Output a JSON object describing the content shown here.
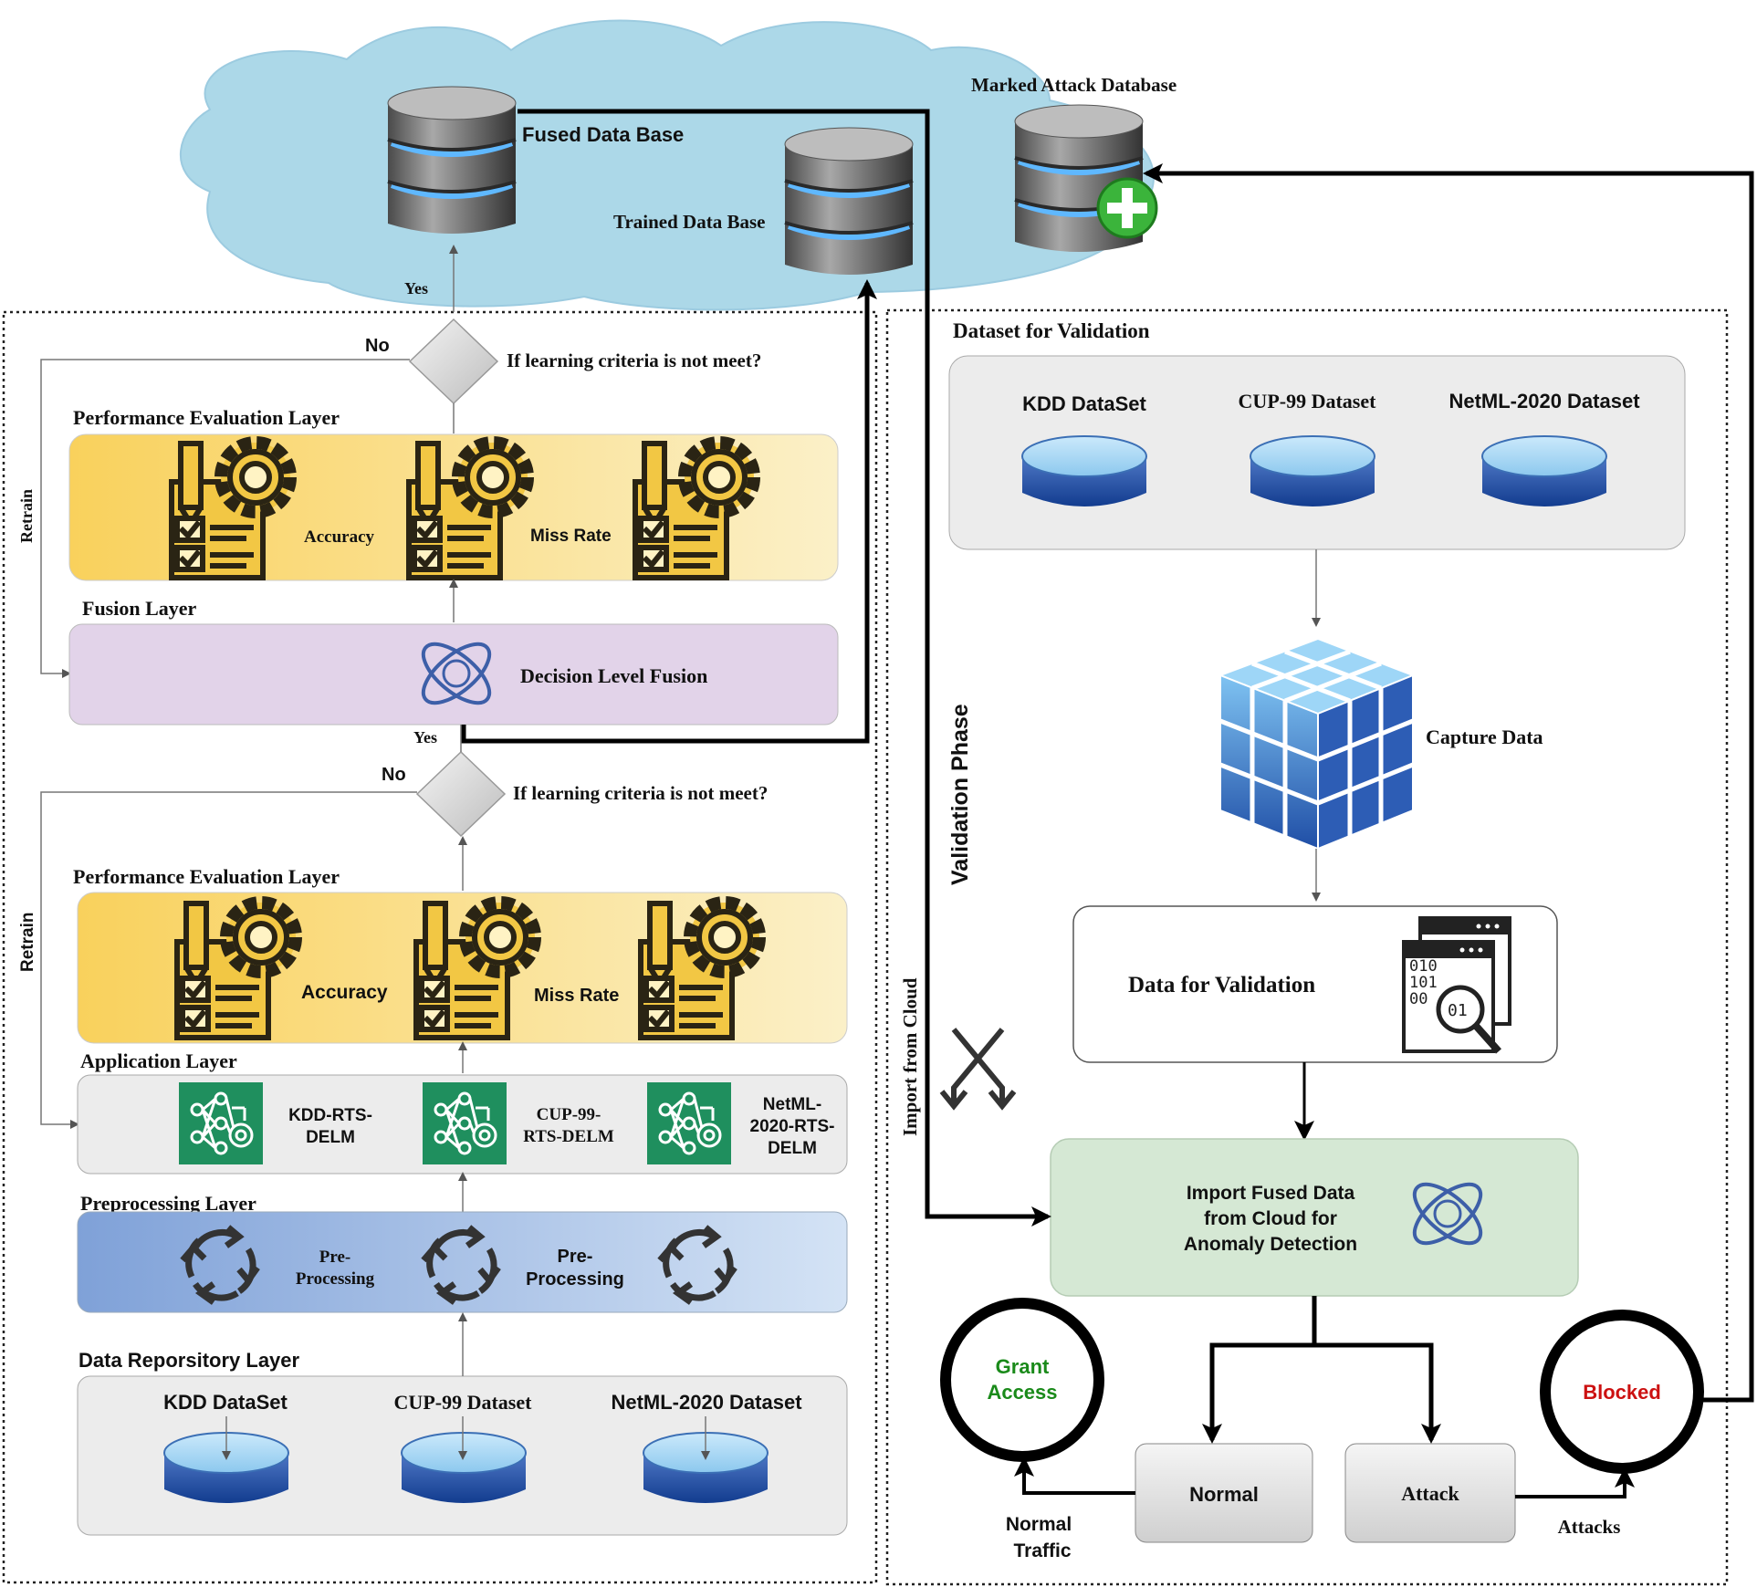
{
  "cloud": {
    "fused_db": "Fused Data Base",
    "trained_db": "Trained Data Base",
    "marked_db": "Marked Attack Database"
  },
  "left": {
    "yes_top": "Yes",
    "no_top": "No",
    "decision_top": "If learning criteria is not meet?",
    "retrain_top": "Retrain",
    "perf_top": {
      "title": "Performance Evaluation Layer",
      "items": [
        "Accuracy",
        "Miss Rate"
      ]
    },
    "fusion": {
      "title": "Fusion Layer",
      "label": "Decision Level Fusion"
    },
    "yes_mid": "Yes",
    "no_mid": "No",
    "decision_mid": "If learning criteria is not meet?",
    "retrain_mid": "Retrain",
    "perf_bottom": {
      "title": "Performance Evaluation Layer",
      "items": [
        "Accuracy",
        "Miss Rate"
      ]
    },
    "application": {
      "title": "Application Layer",
      "items": [
        [
          "KDD-RTS-",
          "DELM"
        ],
        [
          "CUP-99-",
          "RTS-DELM"
        ],
        [
          "NetML-",
          "2020-RTS-",
          "DELM"
        ]
      ]
    },
    "preprocessing": {
      "title": "Preprocessing Layer",
      "items": [
        [
          "Pre-",
          "Processing"
        ],
        [
          "Pre-",
          "Processing"
        ]
      ]
    },
    "repository": {
      "title": "Data Reporsitory Layer",
      "datasets": [
        "KDD DataSet",
        "CUP-99 Dataset",
        "NetML-2020 Dataset"
      ]
    }
  },
  "right": {
    "validation_title": "Dataset for Validation",
    "datasets": [
      "KDD DataSet",
      "CUP-99 Dataset",
      "NetML-2020 Dataset"
    ],
    "capture": "Capture Data",
    "validation_phase": "Validation Phase",
    "import_from_cloud": "Import from Cloud",
    "data_for_validation": "Data for Validation",
    "binary": [
      "010",
      "101",
      "00",
      "01"
    ],
    "import_fused": [
      "Import Fused Data",
      "from Cloud for",
      "Anomaly Detection"
    ],
    "grant": [
      "Grant",
      "Access"
    ],
    "blocked": "Blocked",
    "normal": "Normal",
    "attack": "Attack",
    "normal_traffic": [
      "Normal",
      "Traffic"
    ],
    "attacks": "Attacks"
  },
  "colors": {
    "cloud": "#acd8e8",
    "perf_band_left": "#f9d15c",
    "perf_band_right": "#fbf0c8",
    "fusion_band": "#e2d3e9",
    "app_band": "#ececec",
    "pre_band_left": "#7fa1d8",
    "pre_band_right": "#d4e3f5",
    "repo_band": "#ececec",
    "import_box": "#d5e8d4",
    "grant_text": "#1a8a1a",
    "blocked_text": "#cc1111",
    "icon_green": "#1f8f5e",
    "icon_dark": "#2a2414"
  }
}
